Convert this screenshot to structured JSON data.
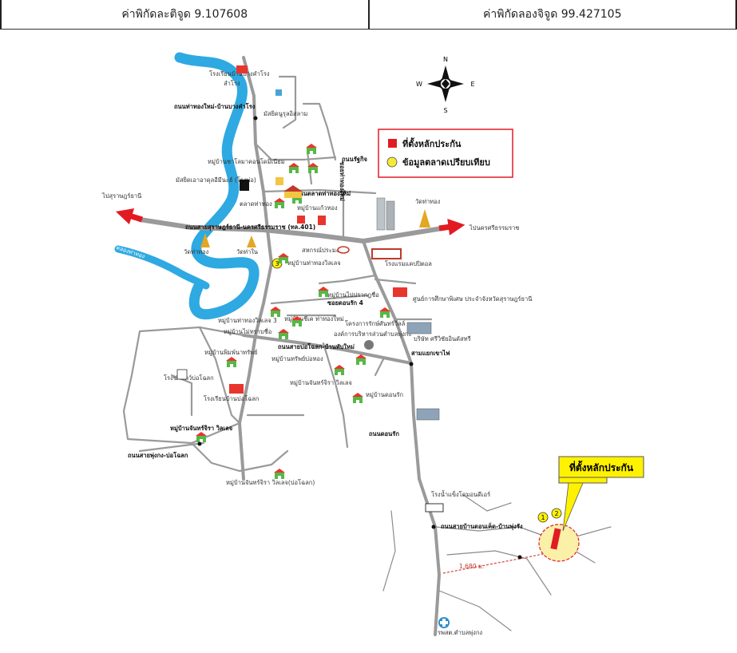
{
  "header": {
    "latitude_text": "ค่าพิกัดละติจูด 9.107608",
    "longitude_text": "ค่าพิกัดลองจิจูด 99.427105"
  },
  "compass": {
    "n": "N",
    "s": "S",
    "e": "E",
    "w": "W"
  },
  "legend": {
    "item1": "ที่ตั้งหลักประกัน",
    "item2": "ข้อมูลตลาดเปรียบเทียบ",
    "colors": {
      "item1": "#e21b23",
      "item2": "#f5ea3a"
    }
  },
  "callout": {
    "label": "ที่ตั้งหลักประกัน",
    "fill": "#fff200"
  },
  "markers": {
    "m1": "1",
    "m2": "2",
    "m3": "3"
  },
  "distance": "1,680 ม.",
  "directions": {
    "left": "ไปสุราษฎร์ธานี",
    "right": "ไปนครศรีธรรมราช"
  },
  "roads": {
    "r1": "ถนนท่าทองใหม่-บ้านบางคำโรง",
    "r2": "ถนนรัฐกิจ",
    "r3": "ถนนตลาดท่าทองใหม่",
    "r4": "ถนนสายสุราษฎร์ธานี-นครศรีธรรมราช (ทล.401)",
    "r5": "ซอยดอนรัก 4",
    "r6": "ถนนสายบ่อโฉลก-บ้านทับใหม่",
    "r7": "สามแยกเขาไฟ",
    "r8": "ถนนดอนรัก",
    "r9": "ถนนสายบ้านดอนเค็ด-บ้านพุ่งรัง",
    "r10": "ถนนสายพุ่งกง-บ่อโฉลก",
    "r11": "หมู่บ้านจันทร์จิรา วิลเลจ",
    "r12": "ซอยท่าทองใหม่"
  },
  "places": {
    "p1": "โรงเรียนบ้านบางคำโรง",
    "p2": "ลำโรง",
    "p3": "มัสยิดนูรุลอิสลาม",
    "p4": "หมู่บ้านชาโลมาคอนโดมิเนียม",
    "p5": "มัสยิดเอาอาดุลอีมีนะฮ์ (โรงพ่อ)",
    "p6": "ตลาดท่าทอง",
    "p7": "หมู่บ้านแก้วทอง",
    "p8": "วัดท่าทอง",
    "p9": "วัดท่าใน",
    "p10": "วัดท่าทอง",
    "p11": "สหกรณ์ประมง",
    "p12": "หมู่บ้านท่าทองวิลเลจ",
    "p13": "โรงแรมแคปปิตอล",
    "p14": "หมู่บ้านไปปรากฎชื่อ",
    "p15": "ศูนย์การศึกษาพิเศษ ประจำจังหวัดสุราษฎร์ธานี",
    "p16": "หมู่บ้านท่าทองวิลเลจ 3",
    "p17": "หมู่บ้านชีเค ท่าทองใหม่",
    "p18": "โครงการรักษ์ศันทร์วิลล์",
    "p19": "หมู่บ้านไม่ทราบชื่อ",
    "p20": "องค์การบริหารส่วนตำบลพุ่งกง",
    "p21": "บริษัท ศรีวิชัยอินดัสทรี",
    "p22": "หมู่บ้านพิมพ์นาทรัพย์",
    "p23": "หมู่บ้านทรัพย์บ่อทอง",
    "p24": "โรงฆ่าสัตว์บ่อโฉลก",
    "p25": "หมู่บ้านจันทร์จิรา วิลเลจ",
    "p26": "หมู่บ้านดอนรัก",
    "p27": "โรงเรียนบ้านบ่อโฉลก",
    "p28": "หมู่บ้านจันทร์จิรา วิลเลจ(บ่อโฉลก)",
    "p29": "โรงน้ำแข็งโดมอนดีเอร์",
    "p30": "รพสต.ตำบลพุ่งกง",
    "p31": "คลองท่าทอง"
  }
}
